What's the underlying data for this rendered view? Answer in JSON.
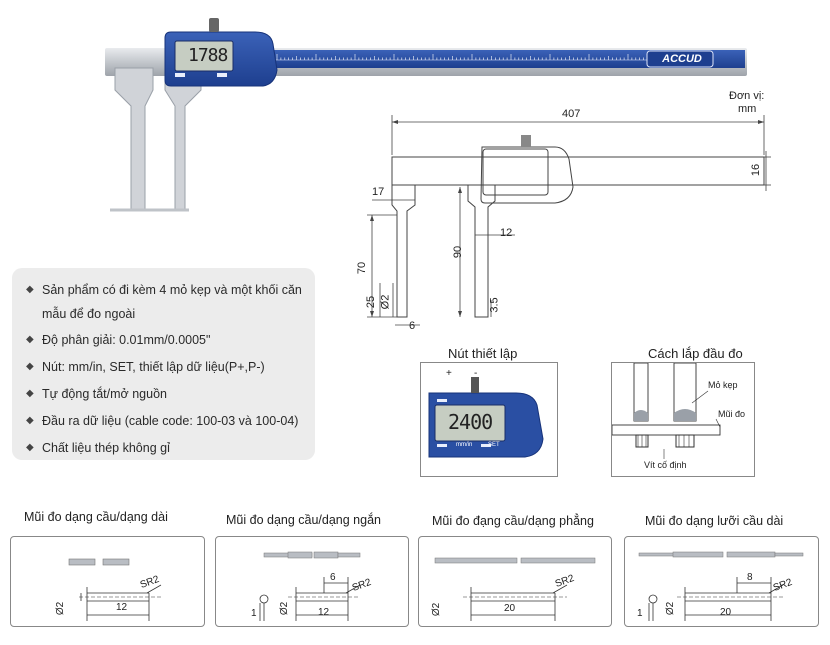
{
  "top_display": "1788",
  "brand": "ACCUD",
  "unit_label": {
    "line1": "Đơn vị:",
    "line2": "mm"
  },
  "dims": {
    "total_length": "407",
    "beam_height": "16",
    "jaw_width": "17",
    "jaw_depth_outer": "70",
    "jaw_depth_inner": "90",
    "jaw_neck": "12",
    "tip_height_outer": "25",
    "tip_diameter": "Ø2",
    "tip_width": "6",
    "tip_height_inner": "3.5"
  },
  "features": [
    "Sản phẩm có đi kèm 4 mỏ kẹp và một khối căn",
    "mẫu để đo ngoài",
    "Độ phân giải: 0.01mm/0.0005\"",
    "Nút: mm/in, SET, thiết lập dữ liệu(P+,P-)",
    "Tự động tắt/mở nguồn",
    "Đầu ra dữ liệu (cable code: 100-03 và 100-04)",
    "Chất liệu thép không gỉ"
  ],
  "setup": {
    "title": "Nút thiết lập",
    "plus": "+",
    "minus": "-",
    "display": "2400",
    "btn_set": "SET",
    "btn_mm": "mm/in"
  },
  "mount": {
    "title": "Cách lắp đầu đo",
    "jaw": "Mỏ kẹp",
    "tip": "Mũi đo",
    "screw": "Vít cố định"
  },
  "tips": [
    {
      "title": "Mũi đo dạng cầu/dạng dài",
      "radius": "SR2",
      "dia": "Ø2",
      "length": "12"
    },
    {
      "title": "Mũi đo dạng cầu/dạng ngắn",
      "radius": "SR2",
      "dia": "Ø2",
      "length": "12",
      "step": "6",
      "small": "1"
    },
    {
      "title": "Mũi đo đạng cầu/dạng phẳng",
      "radius": "SR2",
      "dia": "Ø2",
      "length": "20"
    },
    {
      "title": "Mũi đo dạng lưỡi cầu dài",
      "radius": "SR2",
      "dia": "Ø2",
      "length": "20",
      "step": "8",
      "small": "1"
    }
  ],
  "colors": {
    "accent": "#2a4fa3",
    "steel": "#c9ccd1",
    "lcd": "#c6cdc2"
  }
}
